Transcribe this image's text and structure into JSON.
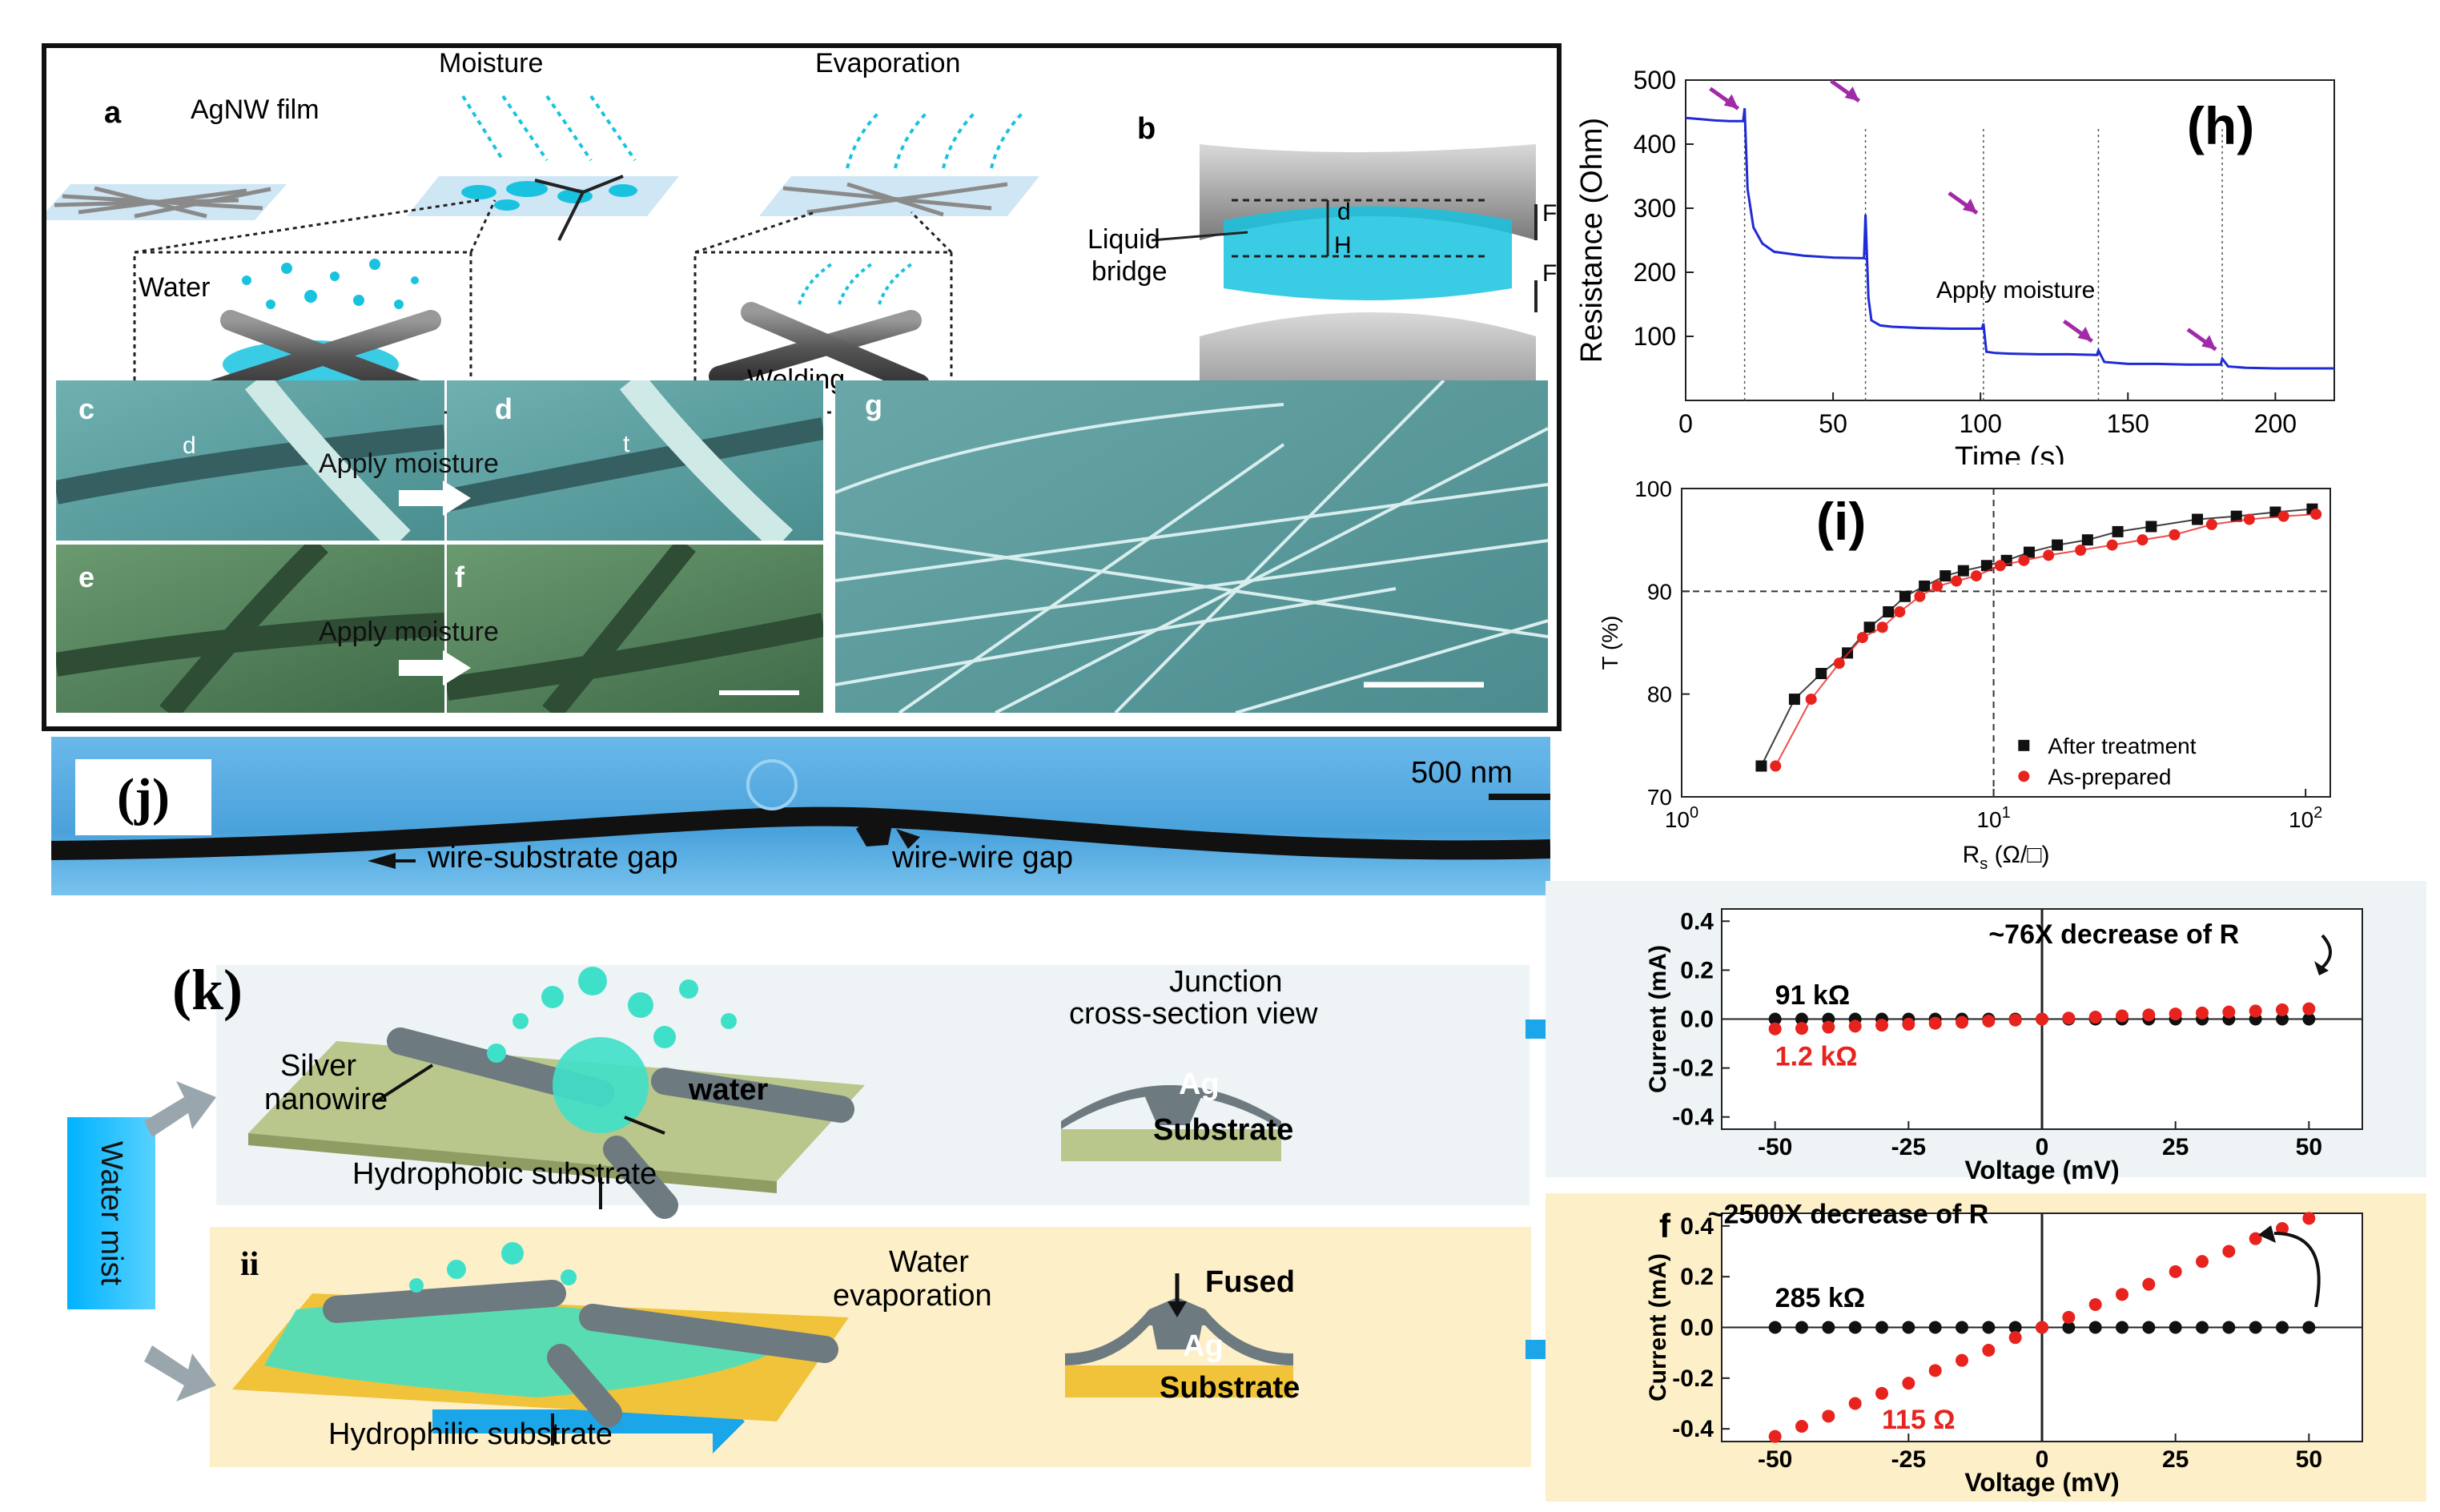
{
  "panel_a": {
    "label": "a",
    "film": "AgNW film",
    "moisture": "Moisture",
    "evaporation": "Evaporation",
    "water": "Water",
    "welding": "Welding"
  },
  "panel_b": {
    "label": "b",
    "liquid": "Liquid",
    "bridge": "bridge",
    "d": "d",
    "H": "H",
    "F": "F"
  },
  "panel_cdef": {
    "c": "c",
    "d": "d",
    "e": "e",
    "f": "f",
    "g": "g",
    "apply1": "Apply moisture",
    "apply2": "Apply moisture",
    "d_mark": "d",
    "t_mark": "t"
  },
  "panel_j": {
    "label": "(j)",
    "scale": "500 nm",
    "gap1": "wire-substrate gap",
    "gap2": "wire-wire gap"
  },
  "panel_k": {
    "label": "(k)",
    "ii": "ii",
    "water_mist": "Water mist",
    "silver": "Silver",
    "nanowire": "nanowire",
    "water": "water",
    "hydrophobic": "Hydrophobic  substrate",
    "hydrophilic": "Hydrophilic  substrate",
    "junction1": "Junction",
    "junction2": "cross-section view",
    "ag1": "Ag",
    "ag2": "Ag",
    "substrate1": "Substrate",
    "substrate2": "Substrate",
    "fused": "Fused",
    "evap1": "Water",
    "evap2": "evaporation"
  },
  "colors": {
    "cyan": "#19c3e0",
    "sem": "#5c9ea0",
    "blue_line": "#1f2bd6",
    "red": "#e8231e",
    "arrow_magenta": "#a12aa8"
  },
  "chart_data": [
    {
      "id": "h",
      "type": "line",
      "label": "(h)",
      "xlabel": "Time (s)",
      "ylabel": "Resistance (Ohm)",
      "xlim": [
        0,
        220
      ],
      "ylim": [
        0,
        500
      ],
      "xticks": [
        0,
        50,
        100,
        150,
        200
      ],
      "yticks": [
        100,
        200,
        300,
        400,
        500
      ],
      "annotation": "Apply moisture",
      "moisture_times": [
        20,
        61,
        101,
        140,
        182
      ],
      "series": [
        {
          "x": [
            0,
            5,
            10,
            15,
            19.5,
            20,
            21,
            23,
            26,
            30,
            40,
            50,
            60.5,
            61,
            62,
            63,
            66,
            70,
            80,
            90,
            100.5,
            101,
            102,
            105,
            110,
            120,
            130,
            139.5,
            140,
            142,
            150,
            160,
            170,
            181.5,
            182,
            184,
            190,
            200,
            220
          ],
          "y": [
            441,
            439,
            437,
            436,
            436,
            456,
            330,
            270,
            245,
            232,
            226,
            223,
            222,
            290,
            160,
            125,
            117,
            115,
            113,
            112,
            112,
            120,
            76,
            74,
            73,
            72,
            72,
            71,
            78,
            60,
            57,
            57,
            56,
            56,
            65,
            53,
            51,
            50,
            50
          ]
        }
      ]
    },
    {
      "id": "i",
      "type": "scatter",
      "label": "(i)",
      "xlabel": "R",
      "xlabel_sub": "s",
      "xlabel_unit": "(Ω/□)",
      "ylabel": "T (%)",
      "xscale": "log",
      "xlim": [
        1,
        120
      ],
      "ylim": [
        70,
        100
      ],
      "yticks": [
        70,
        80,
        90,
        100
      ],
      "xtick_labels": [
        {
          "v": 1,
          "base": "10",
          "exp": "0"
        },
        {
          "v": 10,
          "base": "10",
          "exp": "1"
        },
        {
          "v": 100,
          "base": "10",
          "exp": "2"
        }
      ],
      "grid": "dashed reference lines at T=90 and Rs=10",
      "legend": "bottom-right",
      "series": [
        {
          "name": "After treatment",
          "marker": "square",
          "color": "#111111",
          "x": [
            1.8,
            2.3,
            2.8,
            3.4,
            4.0,
            4.6,
            5.2,
            6.0,
            7.0,
            8.0,
            9.5,
            11,
            13,
            16,
            20,
            25,
            32,
            45,
            60,
            80,
            105
          ],
          "y": [
            73,
            79.5,
            82,
            84,
            86.5,
            88,
            89.5,
            90.5,
            91.5,
            92,
            92.5,
            93,
            93.8,
            94.5,
            95,
            95.8,
            96.3,
            97,
            97.3,
            97.7,
            98
          ]
        },
        {
          "name": "As-prepared",
          "marker": "circle",
          "color": "#e8231e",
          "x": [
            2.0,
            2.6,
            3.2,
            3.8,
            4.4,
            5.0,
            5.8,
            6.6,
            7.6,
            8.8,
            10.5,
            12.5,
            15,
            19,
            24,
            30,
            38,
            50,
            66,
            85,
            108
          ],
          "y": [
            73,
            79.5,
            83,
            85.5,
            86.5,
            88,
            89.5,
            90.5,
            91,
            91.5,
            92.5,
            93,
            93.5,
            94,
            94.5,
            95,
            95.5,
            96.5,
            97,
            97.3,
            97.5
          ]
        }
      ]
    },
    {
      "id": "k1",
      "type": "scatter",
      "xlabel": "Voltage (mV)",
      "ylabel": "Current (mA)",
      "xlim": [
        -60,
        60
      ],
      "ylim": [
        -0.45,
        0.45
      ],
      "xticks": [
        -50,
        -25,
        0,
        25,
        50
      ],
      "yticks": [
        -0.4,
        -0.2,
        0.0,
        0.2,
        0.4
      ],
      "annotation": "~76X decrease of R",
      "label_black": "91 kΩ",
      "label_red": "1.2 kΩ",
      "series": [
        {
          "name": "91 kΩ",
          "color": "#111111",
          "x": [
            -50,
            -45,
            -40,
            -35,
            -30,
            -25,
            -20,
            -15,
            -10,
            -5,
            0,
            5,
            10,
            15,
            20,
            25,
            30,
            35,
            40,
            45,
            50
          ],
          "y": [
            0,
            0,
            0,
            0,
            0,
            0,
            0,
            0,
            0,
            0,
            0,
            0,
            0,
            0,
            0,
            0,
            0,
            0,
            0,
            0,
            0
          ]
        },
        {
          "name": "1.2 kΩ",
          "color": "#e8231e",
          "x": [
            -50,
            -45,
            -40,
            -35,
            -30,
            -25,
            -20,
            -15,
            -10,
            -5,
            0,
            5,
            10,
            15,
            20,
            25,
            30,
            35,
            40,
            45,
            50
          ],
          "y": [
            -0.04,
            -0.038,
            -0.033,
            -0.029,
            -0.025,
            -0.021,
            -0.017,
            -0.013,
            -0.008,
            -0.004,
            0,
            0.004,
            0.008,
            0.013,
            0.017,
            0.021,
            0.025,
            0.029,
            0.033,
            0.038,
            0.042
          ]
        }
      ]
    },
    {
      "id": "k2",
      "type": "scatter",
      "label": "f",
      "xlabel": "Voltage (mV)",
      "ylabel": "Current (mA)",
      "xlim": [
        -60,
        60
      ],
      "ylim": [
        -0.45,
        0.45
      ],
      "xticks": [
        -50,
        -25,
        0,
        25,
        50
      ],
      "yticks": [
        -0.4,
        -0.2,
        0.0,
        0.2,
        0.4
      ],
      "annotation": "~2500X decrease of R",
      "label_black": "285 kΩ",
      "label_red": "115 Ω",
      "series": [
        {
          "name": "285 kΩ",
          "color": "#111111",
          "x": [
            -50,
            -45,
            -40,
            -35,
            -30,
            -25,
            -20,
            -15,
            -10,
            -5,
            0,
            5,
            10,
            15,
            20,
            25,
            30,
            35,
            40,
            45,
            50
          ],
          "y": [
            0,
            0,
            0,
            0,
            0,
            0,
            0,
            0,
            0,
            0,
            0,
            0,
            0,
            0,
            0,
            0,
            0,
            0,
            0,
            0,
            0
          ]
        },
        {
          "name": "115 Ω",
          "color": "#e8231e",
          "x": [
            -50,
            -45,
            -40,
            -35,
            -30,
            -25,
            -20,
            -15,
            -10,
            -5,
            0,
            5,
            10,
            15,
            20,
            25,
            30,
            35,
            40,
            45,
            50
          ],
          "y": [
            -0.43,
            -0.39,
            -0.35,
            -0.3,
            -0.26,
            -0.22,
            -0.17,
            -0.13,
            -0.09,
            -0.04,
            0,
            0.04,
            0.09,
            0.13,
            0.17,
            0.22,
            0.26,
            0.3,
            0.35,
            0.39,
            0.43
          ]
        }
      ]
    }
  ]
}
